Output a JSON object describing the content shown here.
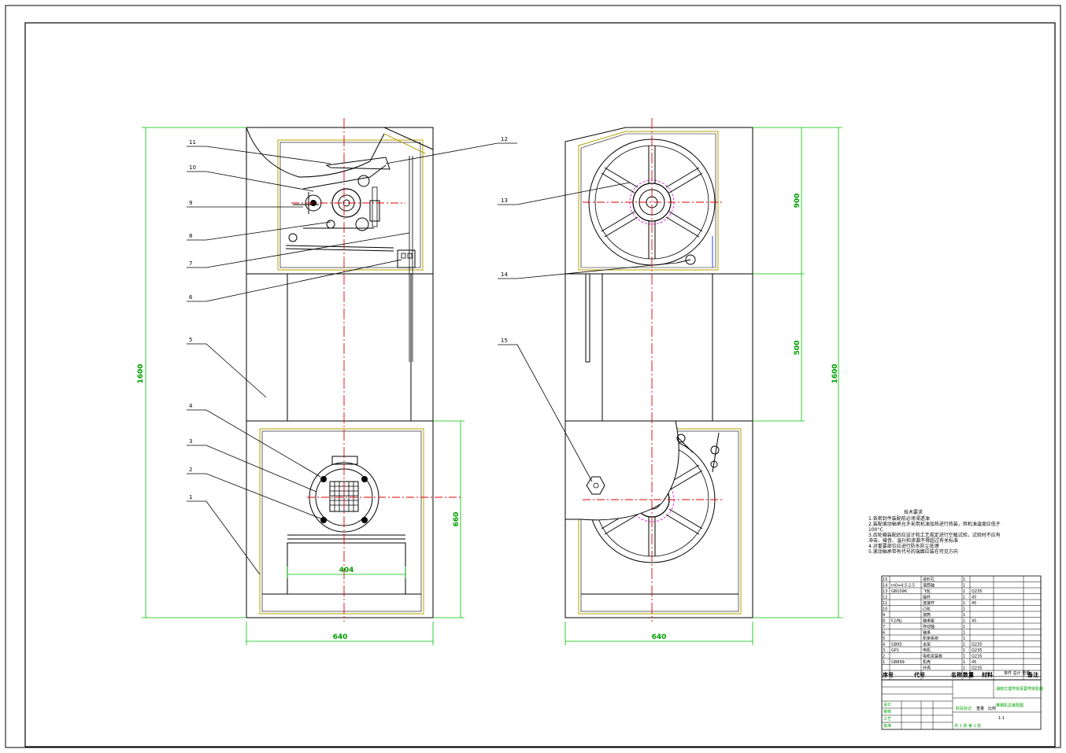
{
  "dimensions": {
    "left_height": "1600",
    "left_width": "640",
    "left_inner_width": "404",
    "left_motor_height": "660",
    "right_height": "1600",
    "right_width": "640",
    "right_upper": "900",
    "right_middle": "500"
  },
  "part_labels_left": [
    "11",
    "10",
    "9",
    "8",
    "7",
    "6",
    "5",
    "4",
    "3",
    "2",
    "1"
  ],
  "part_labels_right": [
    "12",
    "13",
    "14",
    "15"
  ],
  "technical_requirements": {
    "title": "技术要求",
    "lines": [
      "1.各密封件装配前必须浸透油",
      "2.装配滚动轴承允许采用机油加热进行热装，但机油温度应低于",
      "100°C",
      "3.齿轮箱装配后应设计和工艺规定进行空载试验，试验时不应有",
      "冲击、噪音、温升和渗漏不得超过有关标准",
      "4.对重要部位应进行防水防尘处理",
      "5.滚动轴承带有代号的端面应装在可见方向"
    ]
  },
  "title_block": {
    "headers": {
      "seq": "序号",
      "code": "代号",
      "name": "名称",
      "qty": "数量",
      "material": "材料",
      "weight": "单件 总计 重量",
      "note": "备注"
    },
    "rows": [
      {
        "seq": "15",
        "code": "",
        "name": "进料孔",
        "qty": "1",
        "material": ""
      },
      {
        "seq": "14",
        "code": "m0=4.5-2.5",
        "name": "滚筒轴",
        "qty": "1",
        "material": ""
      },
      {
        "seq": "13",
        "code": "GB1096",
        "name": "飞轮",
        "qty": "1",
        "material": "Q235"
      },
      {
        "seq": "12",
        "code": "",
        "name": "摇杆",
        "qty": "1",
        "material": "45"
      },
      {
        "seq": "11",
        "code": "",
        "name": "连接杆",
        "qty": "1",
        "material": "45"
      },
      {
        "seq": "10",
        "code": "",
        "name": "凸轮",
        "qty": "1",
        "material": ""
      },
      {
        "seq": "9",
        "code": "",
        "name": "滚筒",
        "qty": "1",
        "material": ""
      },
      {
        "seq": "8",
        "code": "F2/NJ",
        "name": "轴承座",
        "qty": "1",
        "material": "45"
      },
      {
        "seq": "7",
        "code": "",
        "name": "传动轴",
        "qty": "1",
        "material": ""
      },
      {
        "seq": "6",
        "code": "",
        "name": "轴承",
        "qty": "1",
        "material": ""
      },
      {
        "seq": "5",
        "code": "",
        "name": "机架系统",
        "qty": "1",
        "material": ""
      },
      {
        "seq": "4",
        "code": "GB95",
        "name": "支架",
        "qty": "1",
        "material": "Q235"
      },
      {
        "seq": "3",
        "code": "GP1",
        "name": "电机",
        "qty": "1",
        "material": "Q235"
      },
      {
        "seq": "2",
        "code": "",
        "name": "电机安装板",
        "qty": "1",
        "material": "Q235"
      },
      {
        "seq": "1",
        "code": "GB899",
        "name": "机壳",
        "qty": "1",
        "material": "45"
      }
    ],
    "extra_row": {
      "code": "",
      "name": "外壳",
      "qty": "1",
      "material": "Q235"
    },
    "school": "湖南文理学院芙蓉学院机械",
    "drawing_title": "推钢机总装配图",
    "scale_label": "比例",
    "scale": "1:1",
    "sheet_label": "共 1 张 第 1 张",
    "role_designer": "设计",
    "role_checker": "审核",
    "role_approver": "批准",
    "role_process": "工艺",
    "stage_label": "阶段标记",
    "weight_label": "重量"
  },
  "colors": {
    "outline": "#000000",
    "centerline": "#e00000",
    "dimension": "#00a000",
    "hidden": "#e000e0",
    "inner_frame": "#b8a000",
    "accent_blue": "#2040ff"
  }
}
